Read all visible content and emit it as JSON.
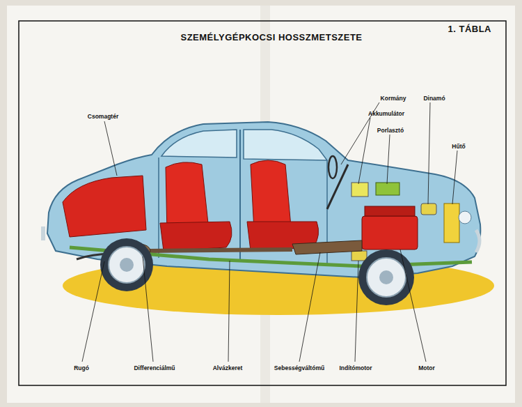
{
  "diagram": {
    "title": "SZEMÉLYGÉPKOCSI HOSSZMETSZETE",
    "labels": [
      "1. TÁBLA",
      "Csomagtér",
      "Kormány",
      "Dinamó",
      "Akkumulátor",
      "Porlasztó",
      "Hűtő",
      "Rugó",
      "Differenciálmű",
      "Alvázkeret",
      "Sebességváltómű",
      "Indítómotor",
      "Motor"
    ]
  }
}
